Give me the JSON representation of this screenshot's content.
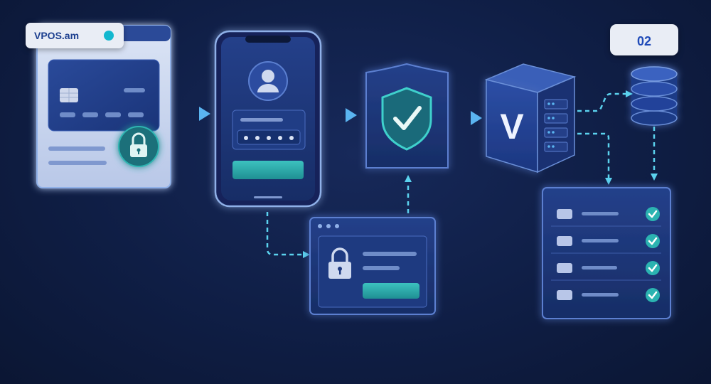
{
  "brand": {
    "name": "VPOS.am",
    "dot_color": "#12b7cf"
  },
  "step": {
    "number": "02"
  },
  "icons": {
    "card": "credit-card-icon",
    "lock": "padlock-icon",
    "phone": "smartphone-icon",
    "user": "user-avatar-icon",
    "shield": "shield-check-icon",
    "server": "server-cube-icon",
    "database": "database-icon",
    "checklist": "checklist-icon"
  },
  "server": {
    "logo_letter": "V"
  },
  "checklist": {
    "item_count": 4
  },
  "colors": {
    "background": "#0f1e45",
    "panel": "#1b3470",
    "accent_teal": "#2bb3b1",
    "arrow": "#5ab4f0",
    "badge_bg": "#e9edf5",
    "badge_text": "#1f4ab8"
  }
}
